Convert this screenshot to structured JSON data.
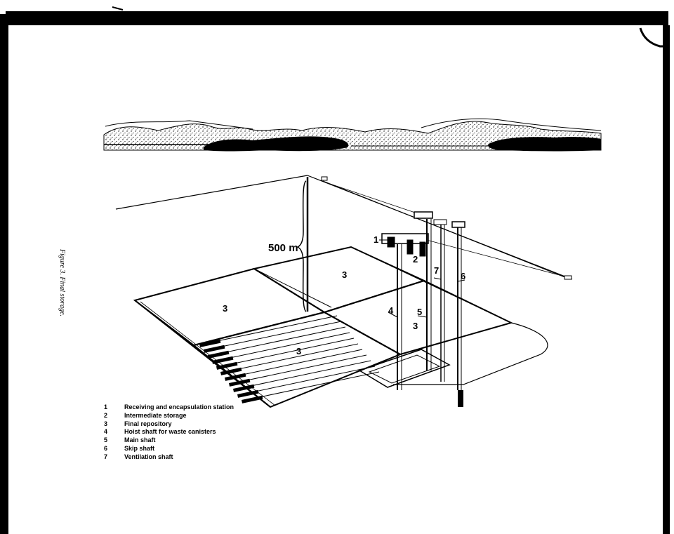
{
  "figure": {
    "caption": "Figure 3. Final storage.",
    "depth_label": "500 m",
    "callouts": {
      "station": "1",
      "intermediate": "2",
      "repository_left": "3",
      "repository_back": "3",
      "repository_front": "3",
      "repository_right": "3",
      "hoist_shaft": "4",
      "main_shaft": "5",
      "skip_shaft": "6",
      "ventilation_shaft": "7"
    },
    "legend": [
      {
        "num": "1",
        "text": "Receiving and encapsulation station"
      },
      {
        "num": "2",
        "text": "Intermediate storage"
      },
      {
        "num": "3",
        "text": "Final repository"
      },
      {
        "num": "4",
        "text": "Hoist shaft for waste canisters"
      },
      {
        "num": "5",
        "text": "Main shaft"
      },
      {
        "num": "6",
        "text": "Skip shaft"
      },
      {
        "num": "7",
        "text": "Ventilation shaft"
      }
    ]
  }
}
